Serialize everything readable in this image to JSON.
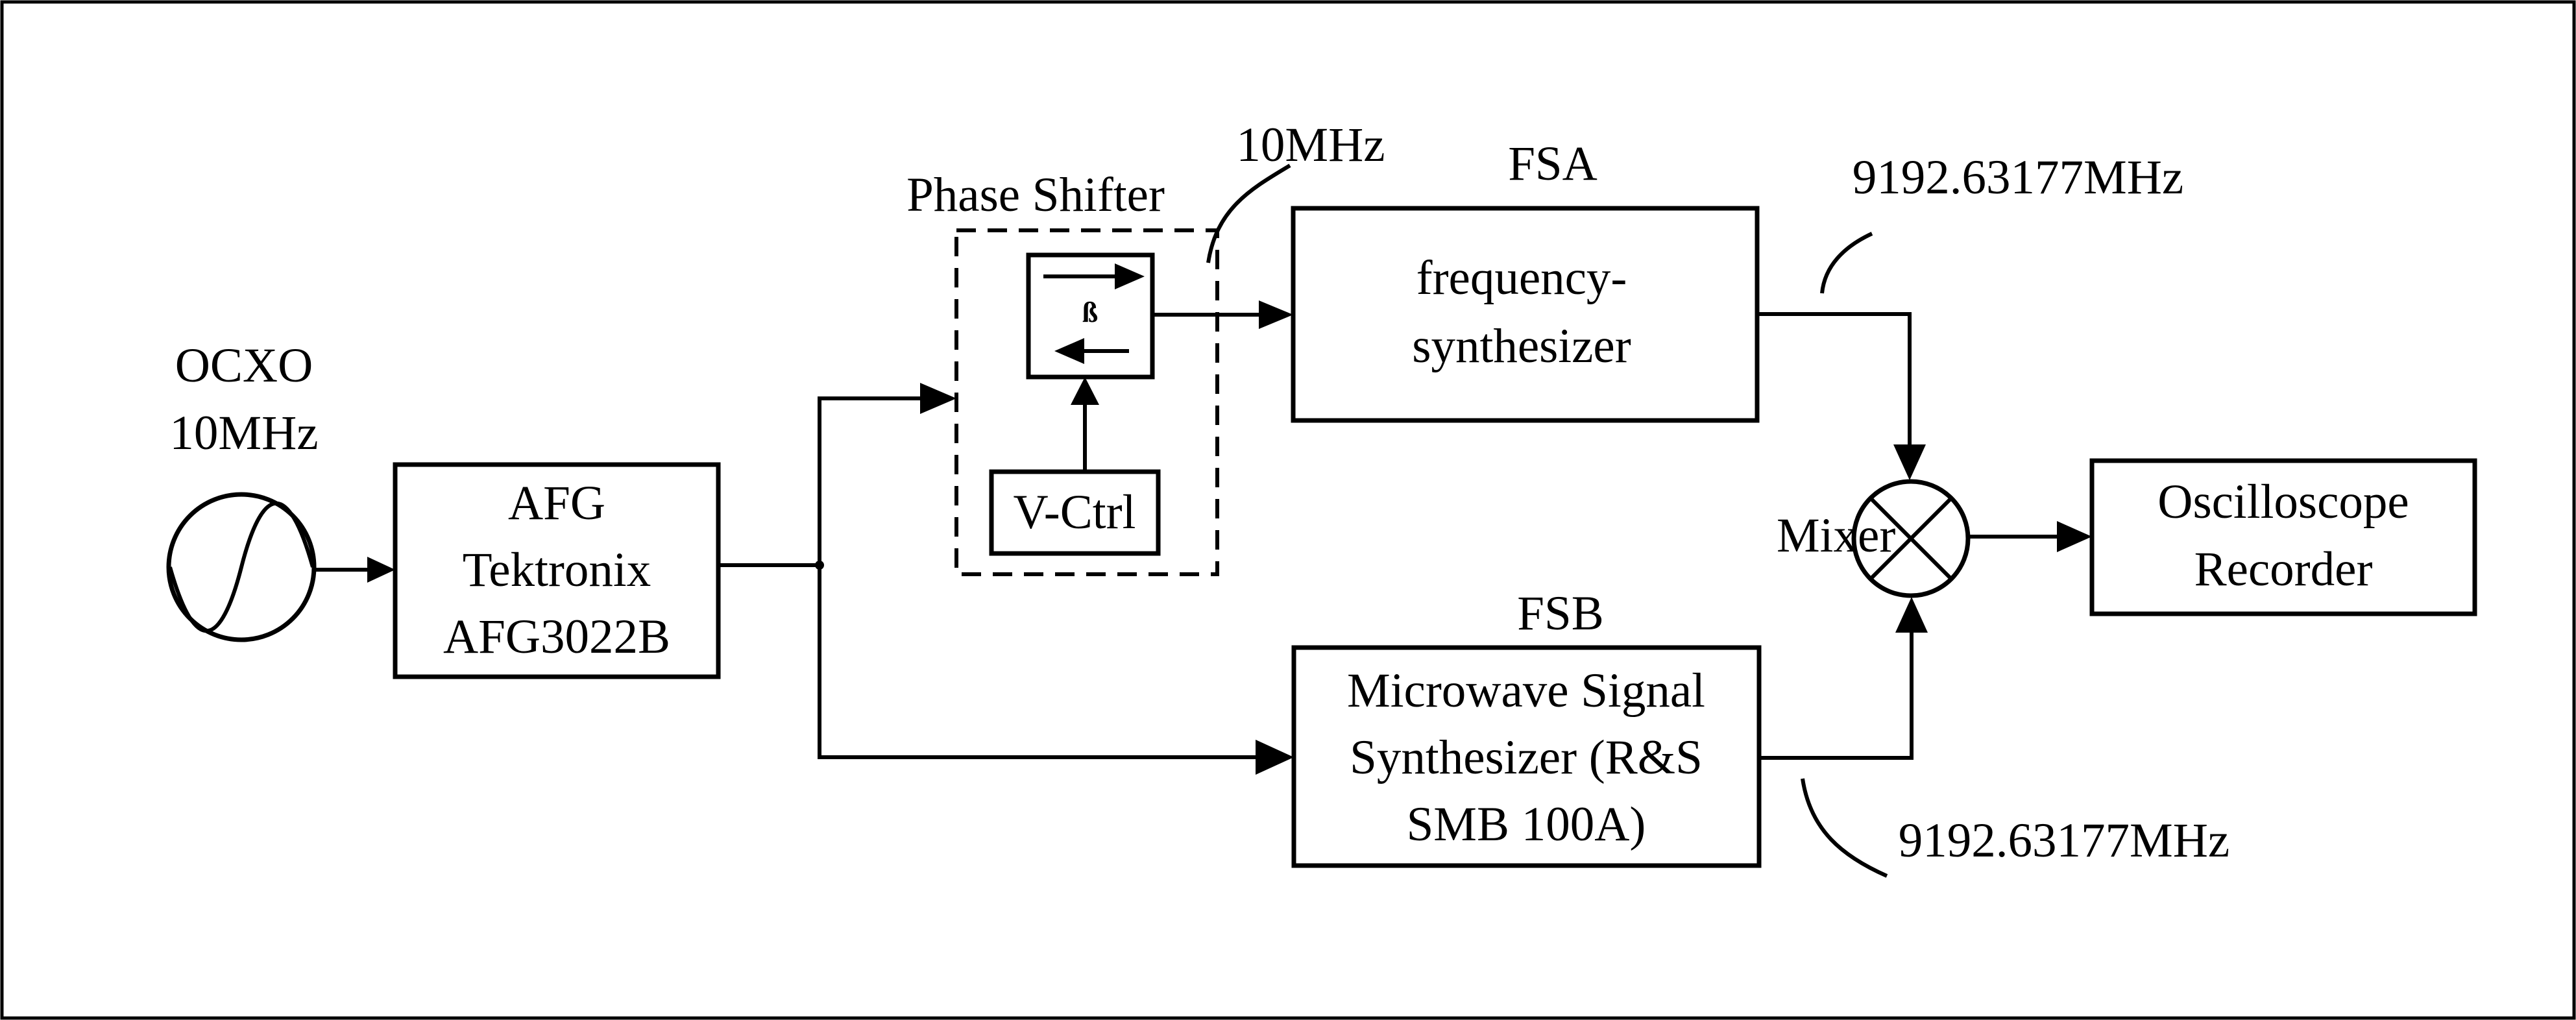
{
  "ocxo": {
    "line1": "OCXO",
    "line2": "10MHz"
  },
  "afg": {
    "line1": "AFG",
    "line2": "Tektronix",
    "line3": "AFG3022B"
  },
  "phase_shifter": {
    "label": "Phase Shifter",
    "beta": "ß",
    "vctrl": "V-Ctrl"
  },
  "ref_freq": "10MHz",
  "fsa": {
    "name": "FSA",
    "line1": "frequency-",
    "line2": "synthesizer",
    "out_freq": "9192.63177MHz"
  },
  "fsb": {
    "name": "FSB",
    "line1": "Microwave Signal",
    "line2": "Synthesizer (R&S",
    "line3": "SMB 100A)",
    "out_freq": "9192.63177MHz"
  },
  "mixer": {
    "label": "Mixer"
  },
  "scope": {
    "line1": "Oscilloscope",
    "line2": "Recorder"
  }
}
